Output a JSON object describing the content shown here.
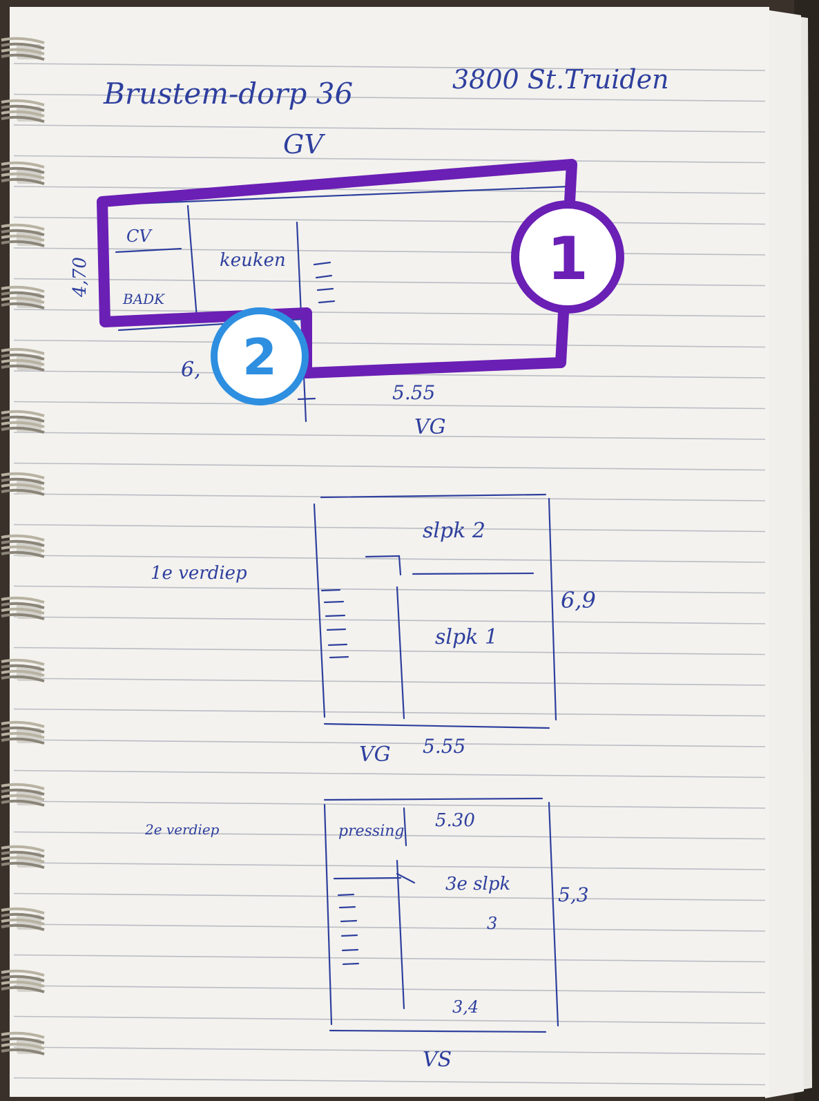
{
  "notebook": {
    "page": {
      "title_left": "Brustem-dorp 36",
      "title_right": "3800 St.Truiden"
    },
    "floorplans": [
      {
        "level": "GV",
        "rooms": [
          "CV",
          "BADK",
          "keuken"
        ],
        "dims": {
          "side": "4,70",
          "bottom_left": "6,",
          "bottom": "5.55"
        },
        "below": "VG"
      },
      {
        "level": "1e verdiep",
        "rooms": [
          "slpk 2",
          "slpk 1"
        ],
        "dims": {
          "side": "6,9",
          "bottom": "5.55"
        },
        "below": "VG"
      },
      {
        "level": "2e verdiep",
        "rooms": [
          "pressing",
          "5.30",
          "3e slpk",
          "3"
        ],
        "dims": {
          "side": "5,3",
          "inner": "3,4"
        },
        "below": "VS"
      }
    ]
  },
  "annotations": [
    {
      "label": "1",
      "color": "#6a1fb5",
      "target": "ground-floor-highlight"
    },
    {
      "label": "2",
      "color": "#2e8fe0"
    }
  ],
  "colors": {
    "ink": "#2e3f9e",
    "paper": "#f3f2ee",
    "highlight": "#6a1fb5",
    "badge_blue": "#2e8fe0"
  }
}
